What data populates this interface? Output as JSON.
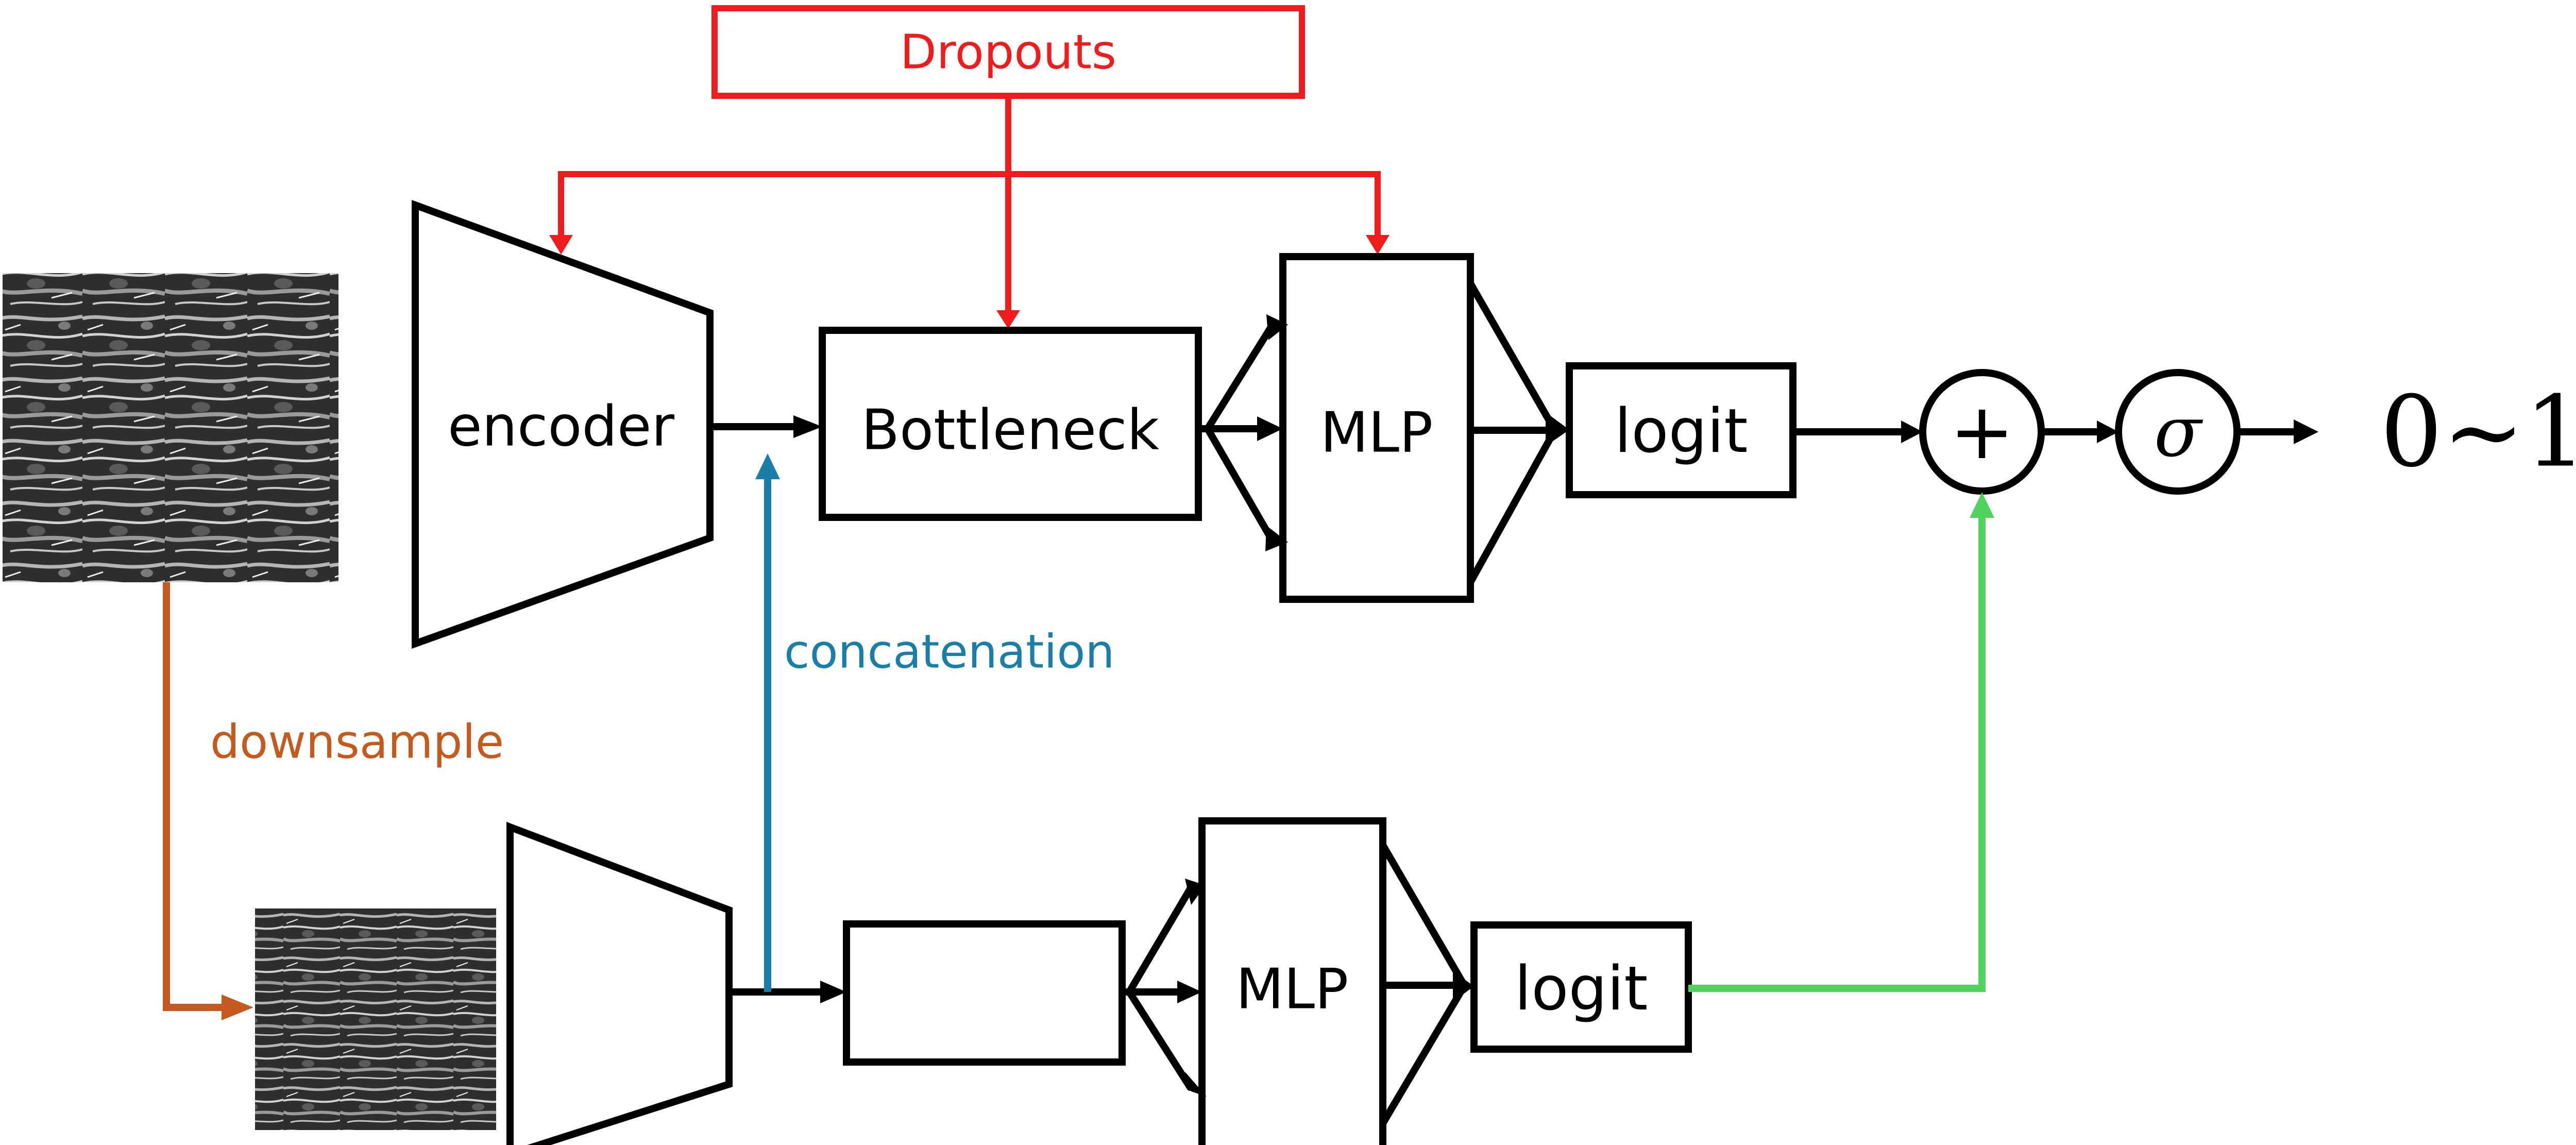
{
  "diagram": {
    "labels": {
      "dropouts": "Dropouts",
      "encoder": "encoder",
      "bottleneck": "Bottleneck",
      "mlp_top": "MLP",
      "logit_top": "logit",
      "concatenation": "concatenation",
      "downsample": "downsample",
      "mlp_bottom": "MLP",
      "logit_bottom": "logit",
      "plus": "+",
      "sigma": "σ",
      "output": "0~1"
    },
    "colors": {
      "dropout_arrows": "#ee1c1c",
      "concatenation_arrow": "#1a7fa8",
      "downsample_arrow": "#c55a1e",
      "residual_arrow": "#4fd35c",
      "default": "#000000"
    }
  }
}
